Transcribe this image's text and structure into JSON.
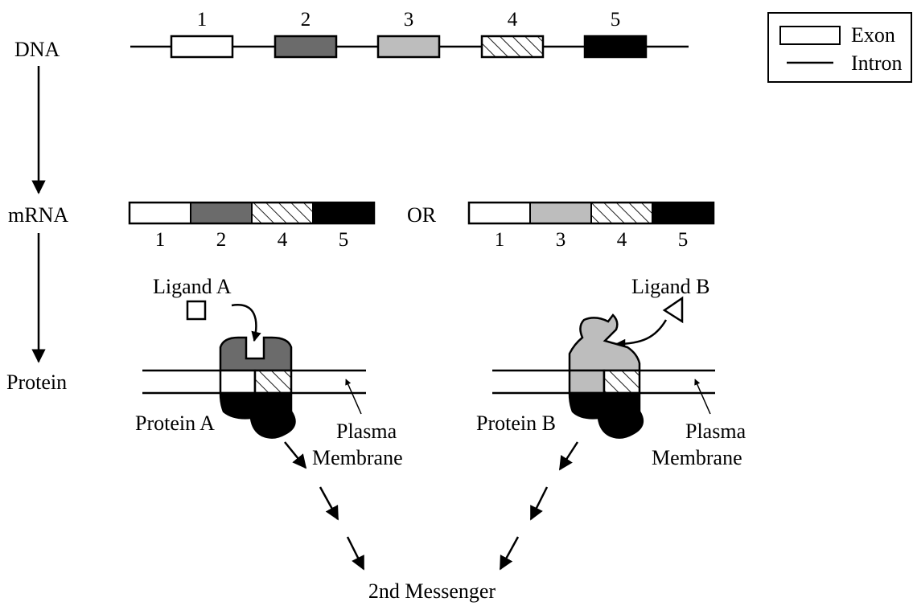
{
  "colors": {
    "exon_1": "#ffffff",
    "exon_2": "#6b6b6b",
    "exon_3": "#bdbdbd",
    "exon_4": "hatched",
    "exon_5": "#000000"
  },
  "rows": {
    "dna": "DNA",
    "mrna": "mRNA",
    "protein": "Protein"
  },
  "dna_exons": [
    "1",
    "2",
    "3",
    "4",
    "5"
  ],
  "legend": {
    "exon": "Exon",
    "intron": "Intron"
  },
  "mrna_a": {
    "exons": [
      "1",
      "2",
      "4",
      "5"
    ]
  },
  "or_label": "OR",
  "mrna_b": {
    "exons": [
      "1",
      "3",
      "4",
      "5"
    ]
  },
  "protein_a": {
    "ligand": "Ligand A",
    "name": "Protein A",
    "membrane_line1": "Plasma",
    "membrane_line2": "Membrane"
  },
  "protein_b": {
    "ligand": "Ligand B",
    "name": "Protein B",
    "membrane_line1": "Plasma",
    "membrane_line2": "Membrane"
  },
  "second_messenger": "2nd Messenger"
}
